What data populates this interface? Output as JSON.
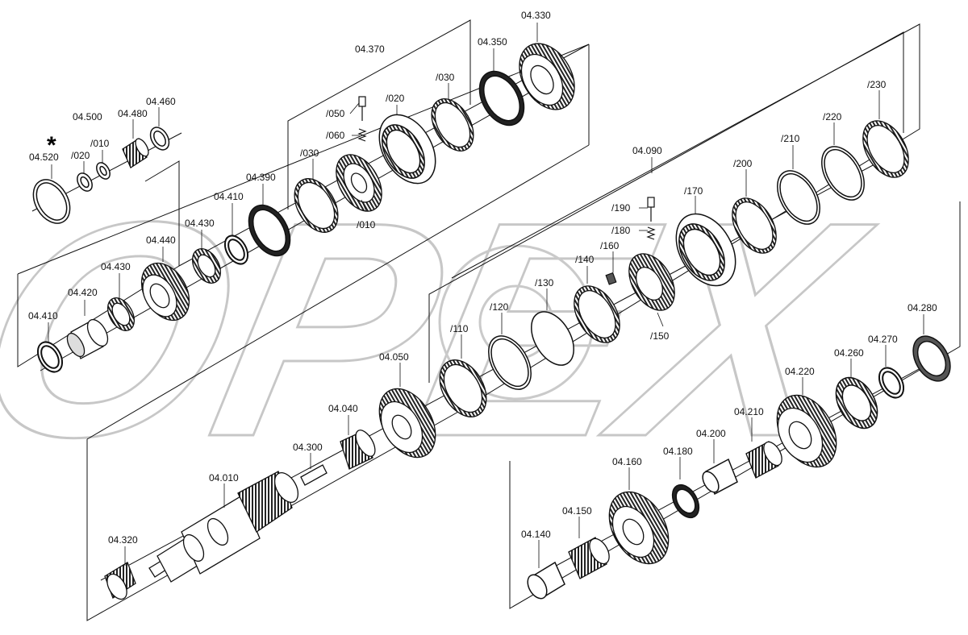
{
  "diagram": {
    "watermark_text": "OPEX",
    "asterisk": "*",
    "labels": {
      "l_04520": "04.520",
      "l_04500": "04.500",
      "l_04500_020": "/020",
      "l_04500_010": "/010",
      "l_04480": "04.480",
      "l_04460": "04.460",
      "l_04410_a": "04.410",
      "l_04420": "04.420",
      "l_04430_a": "04.430",
      "l_04440": "04.440",
      "l_04430_b": "04.430",
      "l_04410_b": "04.410",
      "l_04390": "04.390",
      "l_04370": "04.370",
      "l_04370_050": "/050",
      "l_04370_060": "/060",
      "l_04370_030a": "/030",
      "l_04370_010": "/010",
      "l_04370_020": "/020",
      "l_04370_030b": "/030",
      "l_04350": "04.350",
      "l_04330": "04.330",
      "l_04090": "04.090",
      "l_04090_230": "/230",
      "l_04090_220": "/220",
      "l_04090_210": "/210",
      "l_04090_200": "/200",
      "l_04090_170": "/170",
      "l_04090_190": "/190",
      "l_04090_180": "/180",
      "l_04090_160": "/160",
      "l_04090_140": "/140",
      "l_04090_150": "/150",
      "l_04090_130": "/130",
      "l_04090_120": "/120",
      "l_04090_110": "/110",
      "l_04050": "04.050",
      "l_04040": "04.040",
      "l_04300": "04.300",
      "l_04010": "04.010",
      "l_04320": "04.320",
      "l_04280": "04.280",
      "l_04270": "04.270",
      "l_04260": "04.260",
      "l_04220": "04.220",
      "l_04210": "04.210",
      "l_04200": "04.200",
      "l_04180": "04.180",
      "l_04160": "04.160",
      "l_04150": "04.150",
      "l_04140": "04.140"
    }
  }
}
